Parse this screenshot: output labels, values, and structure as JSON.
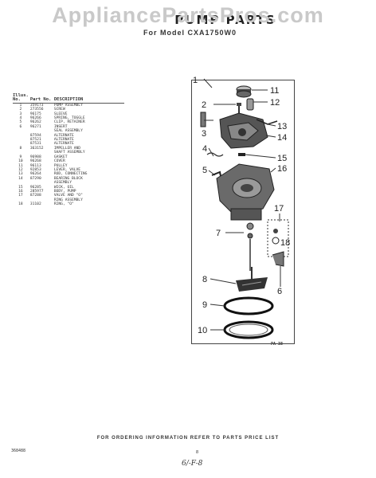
{
  "watermark": "AppliancePartsPros.com",
  "title": "PUMP PARTS",
  "subtitle": "For Model CXA1750W0",
  "table": {
    "headers": {
      "illus": "Illus. No.",
      "part": "Part No.",
      "desc": "DESCRIPTION"
    },
    "rows": [
      {
        "illus": "1",
        "part": "359173",
        "desc": "PUMP ASSEMBLY"
      },
      {
        "illus": "2",
        "part": "273556",
        "desc": "SCREW"
      },
      {
        "illus": "3",
        "part": "96175",
        "desc": "SLEEVE"
      },
      {
        "illus": "4",
        "part": "96266",
        "desc": "SPRING, TOGGLE"
      },
      {
        "illus": "5",
        "part": "96262",
        "desc": "CLIP, RETAINER"
      },
      {
        "illus": "6",
        "part": "96271",
        "desc": "INSERT"
      },
      {
        "illus": "",
        "part": "",
        "desc": "SEAL ASSEMBLY"
      },
      {
        "illus": "",
        "part": "87594",
        "desc": "ALTERNATE"
      },
      {
        "illus": "",
        "part": "87521",
        "desc": "ALTERNATE"
      },
      {
        "illus": "",
        "part": "87531",
        "desc": "ALTERNATE"
      },
      {
        "illus": "8",
        "part": "363152",
        "desc": "IMPELLER AND"
      },
      {
        "illus": "",
        "part": "",
        "desc": "SHAFT ASSEMBLY"
      },
      {
        "illus": "9",
        "part": "96988",
        "desc": "GASKET"
      },
      {
        "illus": "10",
        "part": "96268",
        "desc": "COVER"
      },
      {
        "illus": "11",
        "part": "96113",
        "desc": "PULLEY"
      },
      {
        "illus": "12",
        "part": "92853",
        "desc": "LEVER, VALVE"
      },
      {
        "illus": "13",
        "part": "96264",
        "desc": "ROD, CONNECTING"
      },
      {
        "illus": "14",
        "part": "87290",
        "desc": "BEARING BLOCK"
      },
      {
        "illus": "",
        "part": "",
        "desc": "ASSEMBLY"
      },
      {
        "illus": "15",
        "part": "96285",
        "desc": "WICK, OIL"
      },
      {
        "illus": "16",
        "part": "285977",
        "desc": "BODY, PUMP"
      },
      {
        "illus": "17",
        "part": "87288",
        "desc": "VALVE AND \"O\""
      },
      {
        "illus": "",
        "part": "",
        "desc": "RING ASSEMBLY"
      },
      {
        "illus": "18",
        "part": "31102",
        "desc": "RING, \"O\""
      }
    ]
  },
  "callouts": [
    "1",
    "2",
    "3",
    "4",
    "5",
    "6",
    "7",
    "8",
    "9",
    "10",
    "11",
    "12",
    "13",
    "14",
    "15",
    "16",
    "17",
    "18"
  ],
  "diagram_code": "PA-38",
  "footer": "FOR ORDERING INFORMATION REFER TO PARTS PRICE LIST",
  "doc_number": "368488",
  "page_number": "8",
  "handwritten_note": "6/-F-8"
}
